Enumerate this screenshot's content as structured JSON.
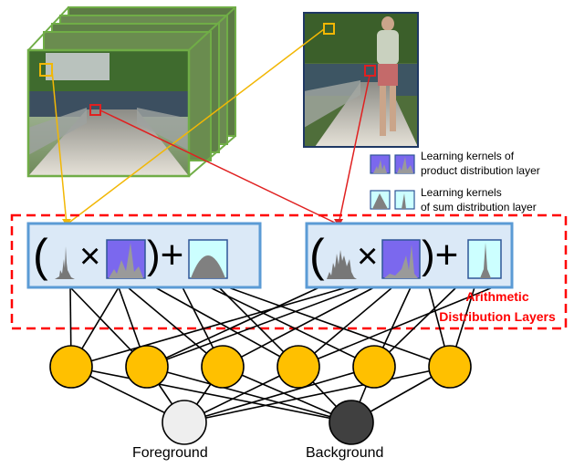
{
  "legend": {
    "product_line1": "Learning kernels of",
    "product_line2": "product distribution layer",
    "sum_line1": "Learning kernels",
    "sum_line2": "of sum distribution layer"
  },
  "region": {
    "line1": "Arithmetic",
    "line2": "Distribution Layers"
  },
  "outputs": {
    "foreground": "Foreground",
    "background": "Background"
  },
  "formula": {
    "open_paren": "(",
    "times": "×",
    "close_plus": ")+"
  },
  "colors": {
    "frame_green": "#70ad47",
    "box_blue": "#5b9bd5",
    "box_fill": "#dbe9f7",
    "dashed_red": "#ff0000",
    "link_yellow": "#f2b705",
    "link_red": "#e02020",
    "hidden_node": "#ffc000",
    "foreground_node": "#eeeeee",
    "background_node": "#404040",
    "kernel_purple": "#7b68ee",
    "kernel_cyan": "#ccffff",
    "label_red": "#ff0000"
  }
}
